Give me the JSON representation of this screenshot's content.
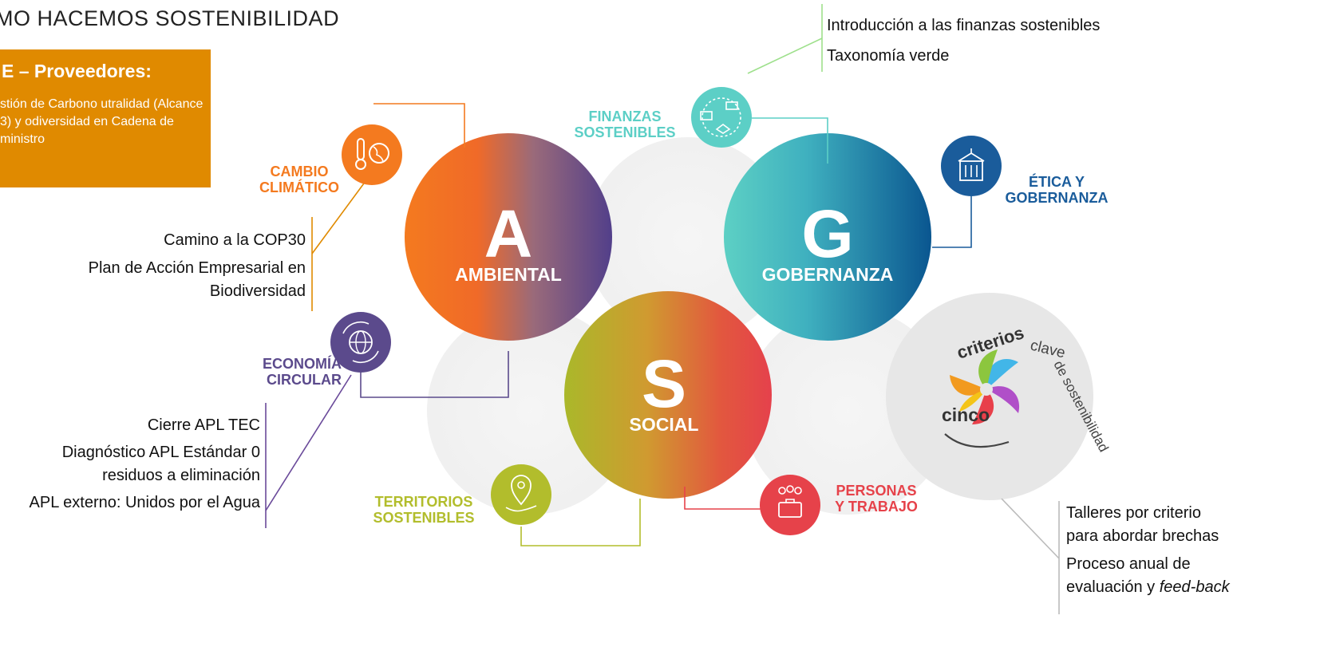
{
  "title": "MO HACEMOS SOSTENIBILIDAD",
  "proveedores": {
    "heading": "E – Proveedores:",
    "body": "stión de Carbono utralidad (Alcance 3) y odiversidad en Cadena de ministro"
  },
  "pillars": {
    "ambiental": {
      "letter": "A",
      "label": "AMBIENTAL"
    },
    "gobernanza": {
      "letter": "G",
      "label": "GOBERNANZA"
    },
    "social": {
      "letter": "S",
      "label": "SOCIAL"
    }
  },
  "categories": {
    "cambio_climatico": [
      "CAMBIO",
      "CLIMÁTICO"
    ],
    "finanzas": [
      "FINANZAS",
      "SOSTENIBLES"
    ],
    "etica": [
      "ÉTICA Y",
      "GOBERNANZA"
    ],
    "economia": [
      "ECONOMÍA",
      "CIRCULAR"
    ],
    "territorios": [
      "TERRITORIOS",
      "SOSTENIBLES"
    ],
    "personas": [
      "PERSONAS",
      "Y TRABAJO"
    ]
  },
  "initiatives": {
    "cambio_climatico": [
      "Camino a la COP30",
      "Plan de Acción Empresarial en",
      "Biodiversidad"
    ],
    "economia": [
      "Cierre APL TEC",
      "Diagnóstico APL Estándar 0",
      "residuos a eliminación",
      "APL externo: Unidos por el Agua"
    ],
    "finanzas": [
      "Introducción a las finanzas sostenibles",
      "Taxonomía verde"
    ],
    "criterios": [
      "Talleres por criterio",
      "para abordar brechas",
      "Proceso anual de",
      "evaluación y"
    ],
    "criterios_emphasis": "feed-back"
  },
  "badge": {
    "word1": "cinco",
    "word2": "criterios",
    "word3": "clave",
    "word4": "de sostenibilidad"
  },
  "colors": {
    "orange": "#f47a1f",
    "purple": "#5b4a8c",
    "teal": "#5ccfc6",
    "blue": "#0a5d96",
    "lime": "#b2bd2c",
    "red": "#e6424a",
    "ethics_blue": "#1a5c9b",
    "box_orange": "#e08a00"
  },
  "icons": [
    "thermometer-globe-icon",
    "finance-exchange-icon",
    "building-icon",
    "globe-recycle-icon",
    "location-hand-icon",
    "people-briefcase-icon"
  ]
}
